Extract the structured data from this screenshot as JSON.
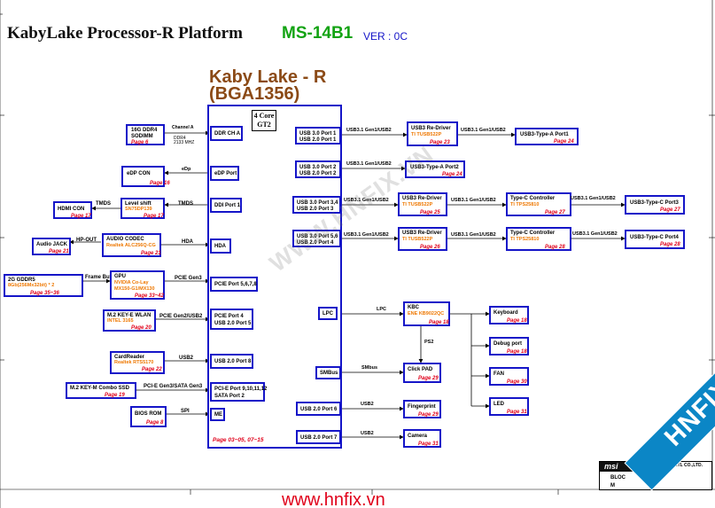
{
  "header": {
    "title": "KabyLake Processor-R Platform",
    "model": "MS-14B1",
    "ver": "VER : 0C"
  },
  "cpu": {
    "name1": "Kaby Lake - R",
    "name2": "(BGA1356)",
    "cores1": "4 Core",
    "cores2": "GT2",
    "pages": "Page 03~05, 07~15"
  },
  "ports": {
    "ddr": "DDR CH A",
    "edp": "eDP Port",
    "ddi": "DDI Port 1",
    "hda": "HDA",
    "pcie5678": "PCIE Port 5,6,7,8",
    "pcie4a": "PCIE Port 4",
    "pcie4b": "USB 2.0 Port 5",
    "usb2p8": "USB 2.0 Port 8",
    "pcie9a": "PCI-E Port 9,10,11,12",
    "pcie9b": "SATA Port 2",
    "me": "ME",
    "u1a": "USB 3.0 Port 1",
    "u1b": "USB 2.0 Port 1",
    "u2a": "USB 3.0 Port 2",
    "u2b": "USB 2.0 Port 2",
    "u3a": "USB 3.0 Port 3,4",
    "u3b": "USB 2.0 Port 3",
    "u5a": "USB 3.0 Port 5,6",
    "u5b": "USB 2.0 Port 4",
    "lpc": "LPC",
    "smbus": "SMBus",
    "u26": "USB 2.0 Port 6",
    "u27": "USB 2.0 Port 7"
  },
  "left": {
    "dimm1": "16G DDR4",
    "dimm2": "SODIMM",
    "dimm_pg": "Page 6",
    "chA": "Channel A",
    "ddr4": "DDR4",
    "mhz": "2133 MHZ",
    "edpcon": "eDP CON",
    "edpcon_pg": "Page 16",
    "edp": "eDp",
    "hdmi": "HDMI CON",
    "hdmi_pg": "Page 17",
    "tmds": "TMDS",
    "ls1": "Level shift",
    "ls2": "SN75DP139",
    "ls_pg": "Page 17",
    "tmds2": "TMDS",
    "jack": "Audio JACK",
    "jack_pg": "Page 21",
    "hpout": "HP-OUT",
    "codec1": "AUDIO CODEC",
    "codec2": "Realtek ALC256Q-CG",
    "codec_pg": "Page 21",
    "hda": "HDA",
    "gddr1": "2G GDDR5",
    "gddr2": "8Gb(256Mx32bit) * 2",
    "gddr_pg": "Page 35~36",
    "fb": "Frame Buffer",
    "gpu1": "GPU",
    "gpu2": "NVIDIA Co-Lay",
    "gpu3": "MX150-G1/MX130",
    "gpu_pg": "Page 33~42",
    "pcieg3": "PCIE Gen3",
    "wlan1": "M.2 KEY-E WLAN",
    "wlan2": "INTEL 3165",
    "wlan_pg": "Page 20",
    "pcieg2": "PCIE Gen2/USB2",
    "card1": "CardReader",
    "card2": "Realtek RTS5170",
    "card_pg": "Page 22",
    "usb2": "USB2",
    "ssd": "M.2 KEY-M Combo SSD",
    "ssd_pg": "Page 19",
    "ssdlink": "PCI-E Gen3/SATA Gen3",
    "bios": "BIOS ROM",
    "bios_pg": "Page 8",
    "spi": "SPI"
  },
  "right": {
    "l1": "USB3.1 Gen1/USB2",
    "rd1a": "USB3 Re-Driver",
    "rd1b": "TI TUSB522P",
    "rd1_pg": "Page 23",
    "l1b": "USB3.1 Gen1/USB2",
    "ta1": "USB3-Type-A Port1",
    "ta1_pg": "Page 24",
    "l2": "USB3.1 Gen1/USB2",
    "ta2": "USB3-Type-A Port2",
    "ta2_pg": "Page 24",
    "l3": "USB3.1 Gen1/USB2",
    "rd3a": "USB3 Re-Driver",
    "rd3b": "TI TUSB522P",
    "rd3_pg": "Page 25",
    "l3b": "USB3.1 Gen1/USB2",
    "tc3a": "Type-C Controller",
    "tc3b": "TI TPS25810",
    "tc3_pg": "Page 27",
    "l3c": "USB3.1 Gen1/USB2",
    "tc3": "USB3-Type-C Port3",
    "tc3p_pg": "Page 27",
    "l4": "USB3.1 Gen1/USB2",
    "rd4a": "USB3 Re-Driver",
    "rd4b": "TI TUSB522P",
    "rd4_pg": "Page 26",
    "l4b": "USB3.1 Gen1/USB2",
    "tc4a": "Type-C Controller",
    "tc4b": "TI TPS25810",
    "tc4_pg": "Page 28",
    "l4c": "USB3.1 Gen1/USB2",
    "tc4": "USB3-Type-C Port4",
    "tc4p_pg": "Page 28",
    "lpc": "LPC",
    "kbc1": "KBC",
    "kbc2": "ENE KB9022QC",
    "kbc_pg": "Page 18",
    "ps2": "PS2",
    "smbus": "SMbus",
    "pad": "Click PAD",
    "pad_pg": "Page 29",
    "usb2a": "USB2",
    "fp": "Fingerprint",
    "fp_pg": "Page 29",
    "usb2b": "USB2",
    "cam": "Camera",
    "cam_pg": "Page 31",
    "kb": "Keyboard",
    "kb_pg": "Page 18",
    "dbg1": "Debug port",
    "dbg_pg": "Page 18",
    "fan": "FAN",
    "fan_pg": "Page 30",
    "led": "LED",
    "led_pg": "Page 31"
  },
  "footer": {
    "url": "www.hnfix.vn",
    "msi": "msi",
    "co": "NTL CO.,LTD.",
    "bloc": "BLOC",
    "m": "M",
    "watermark": "WWW.HNFIX.VN",
    "corner": "HNFIX.VN"
  },
  "colors": {
    "box": "#1515c8",
    "title": "#8b4a16",
    "green": "#13a313",
    "page": "#e0001a",
    "orange": "#ee7700"
  }
}
